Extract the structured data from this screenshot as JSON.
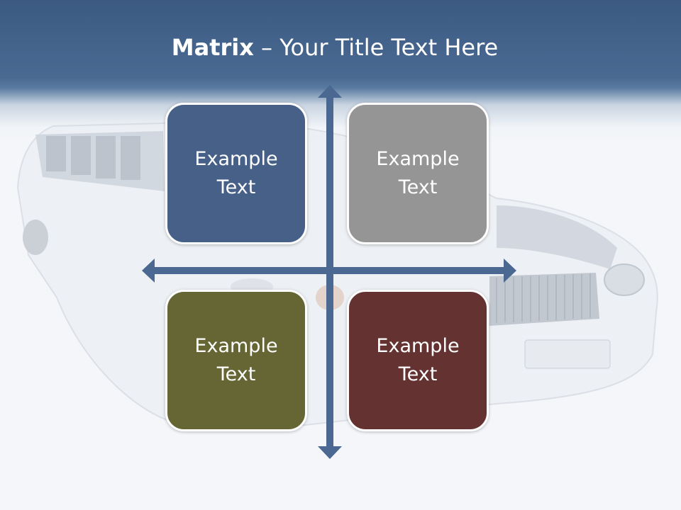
{
  "title": {
    "bold": "Matrix",
    "rest": " – Your Title Text Here"
  },
  "quadrants": [
    {
      "text": "Example Text",
      "color": "#466088"
    },
    {
      "text": "Example Text",
      "color": "#959595"
    },
    {
      "text": "Example Text",
      "color": "#656633"
    },
    {
      "text": "Example Text",
      "color": "#653232"
    }
  ],
  "axis_color": "#4a6891",
  "background_image": "limousine-photo"
}
